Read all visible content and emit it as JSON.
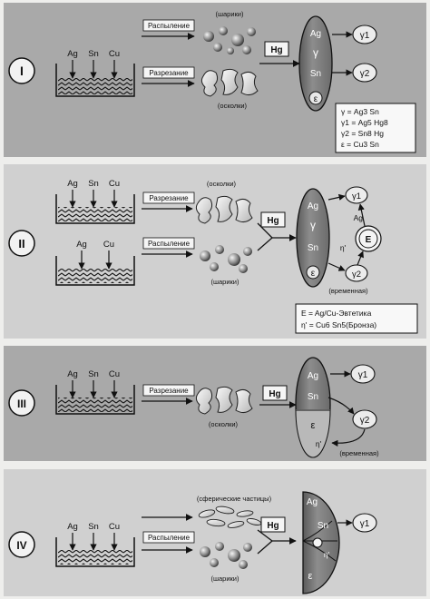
{
  "colors": {
    "panel_dark": "#a9a9a9",
    "panel_light": "#d0d0d0",
    "page": "#eeeeec",
    "ink": "#111111"
  },
  "panel1": {
    "roman": "I",
    "metals": [
      "Ag",
      "Sn",
      "Cu"
    ],
    "process_top": "Распыление",
    "process_bottom": "Разрезание",
    "label_balls": "(шарики)",
    "label_shards": "(осколки)",
    "hg": "Hg",
    "phases": [
      "Ag",
      "γ",
      "Sn",
      "ε"
    ],
    "products": [
      "γ1",
      "γ2"
    ],
    "legend": [
      "γ  = Ag3 Sn",
      "γ1 = Ag5 Hg8",
      "γ2 = Sn8 Hg",
      "ε  = Cu3 Sn"
    ]
  },
  "panel2": {
    "roman": "II",
    "metals_top": [
      "Ag",
      "Sn",
      "Cu"
    ],
    "metals_bottom": [
      "Ag",
      "Cu"
    ],
    "process_top": "Разрезание",
    "process_bottom": "Распыление",
    "label_shards": "(осколки)",
    "label_balls": "(шарики)",
    "hg": "Hg",
    "phases": [
      "Ag",
      "γ",
      "Sn",
      "ε"
    ],
    "products": [
      "γ1",
      "γ2"
    ],
    "node_e": "E",
    "edge_ag": "Ag",
    "eta": "η'",
    "temporary": "(временная)",
    "legend": [
      "E  = Ag/Cu-Эвтетика",
      "η' = Cu6 Sn5(Бронза)"
    ]
  },
  "panel3": {
    "roman": "III",
    "metals": [
      "Ag",
      "Sn",
      "Cu"
    ],
    "process": "Разрезание",
    "label_shards": "(осколки)",
    "hg": "Hg",
    "phases": [
      "Ag",
      "Sn",
      "ε",
      "η'"
    ],
    "products": [
      "γ1",
      "γ2"
    ],
    "temporary": "(временная)"
  },
  "panel4": {
    "roman": "IV",
    "metals": [
      "Ag",
      "Sn",
      "Cu"
    ],
    "process": "Распыление",
    "label_spherical": "(сферические частицы)",
    "label_balls": "(шарики)",
    "hg": "Hg",
    "phases": [
      "Ag",
      "Sn",
      "η'",
      "ε"
    ],
    "products": [
      "γ1"
    ]
  }
}
